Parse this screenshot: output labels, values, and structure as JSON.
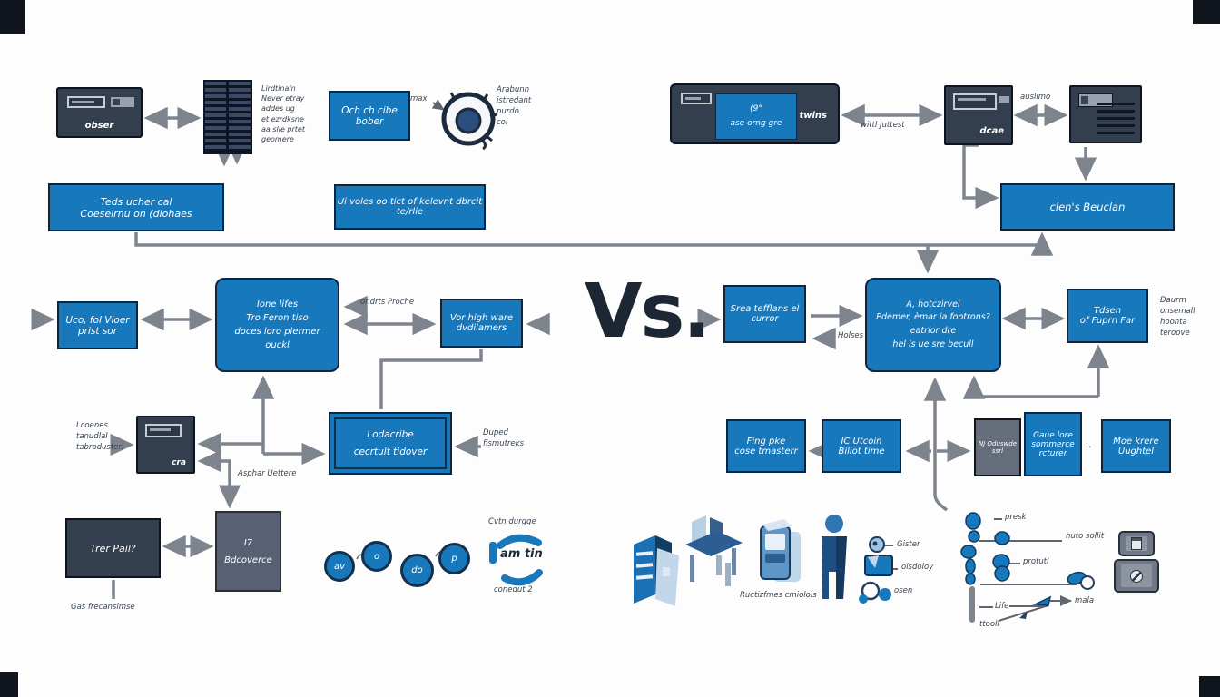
{
  "diagram": {
    "vs_label": "Vs.",
    "left": {
      "device_obser_label": "obser",
      "grid_note": "Lirdtinaln\nNever etray\naddes ug\net ezrdksne\naa slie prtet\ngeomere",
      "box_och": "Och ch cibe\nbober",
      "gauge_max": "max",
      "gauge_note": "Arabunn\nistredant\npurdo\ncol",
      "box_teds": "Teds ucher cal\nCoeseirnu on (dlohaes",
      "box_ui": "Ui voles oo tict of kelevnt dbrcit\nte/rlie",
      "box_uco": "Uco, fol Vioer\nprist sor",
      "box_ions": "Ione lifes\nTro Feron tiso\ndoces loro plermer\nouckl",
      "label_ondrts": "ondrts Proche",
      "box_vor": "Vor high ware\ndvdilamers",
      "note_lcoenes": "Lcoenes\ntanudlal\ntabrodusterl",
      "device_cra_label": "cra",
      "label_asphar": "Asphar Uettere",
      "box_lodacribe": "Lodacribe\ncecrtult tidover",
      "label_duped": "Duped\nfismutreks",
      "box_trer": "Trer Pail?",
      "box_i7": "I7\nBdcoverce",
      "label_gas": "Gas frecansimse",
      "circles": [
        "av",
        "o",
        "do",
        "p"
      ],
      "gauge2_top": "Cvtn durgge",
      "gauge2_center": "am tin",
      "gauge2_bottom": "conedut 2"
    },
    "right": {
      "device_screen": "(9°\nase orng gre",
      "device_label": "twins",
      "label_wittl": "wittl Juttest",
      "device_dcae_label": "dcae",
      "label_auslimo": "auslimo",
      "box_clens": "clen's Beuclan",
      "box_srea": "Srea tefflans el\ncurror",
      "label_holses": "Holses",
      "box_big": "A, hotczirvel\nPdemer, èmar ia footrons?\neatrior dre\nhel ls ue sre becull",
      "box_tdsen": "Tdsen\nof Fuprn Far",
      "note_daurm": "Daurm\nonsemall\nhoonta\nteroove",
      "box_fing": "Fing pke\ncose tmasterr",
      "box_ic": "IC Utcoin\nBiliot time",
      "box_nj": "NJ Oduswde\nssrl",
      "box_gaue": "Gaue lore\nsommerce\nrcturer",
      "dots": "..",
      "box_moe": "Moe krere\nUughtel",
      "label_phone": "Ructizfmes cmiolois",
      "robot_labels": [
        "Gister",
        "olsdoloy",
        "osen"
      ],
      "timeline_labels": [
        "presk",
        "huto sollit",
        "protutl",
        "Life",
        "mala",
        "ttooll"
      ]
    },
    "icons": {
      "gauge": "speedometer-gauge-icon",
      "grid": "panel-grid-icon",
      "devices": [
        "server-box-icon",
        "media-device-icon",
        "drive-box-icon",
        "vent-box-icon",
        "cpu-box-icon"
      ],
      "isometric": [
        "building-icon",
        "desk-icon",
        "smartphone-icon",
        "person-icon",
        "robot-icon"
      ],
      "misc": [
        "mouse-icon",
        "progress-arc-icon",
        "page-button-icon",
        "link-button-icon"
      ]
    },
    "colors": {
      "blue": "#1778bc",
      "navy": "#333e4f",
      "arrow_gray": "#7e848d"
    }
  }
}
